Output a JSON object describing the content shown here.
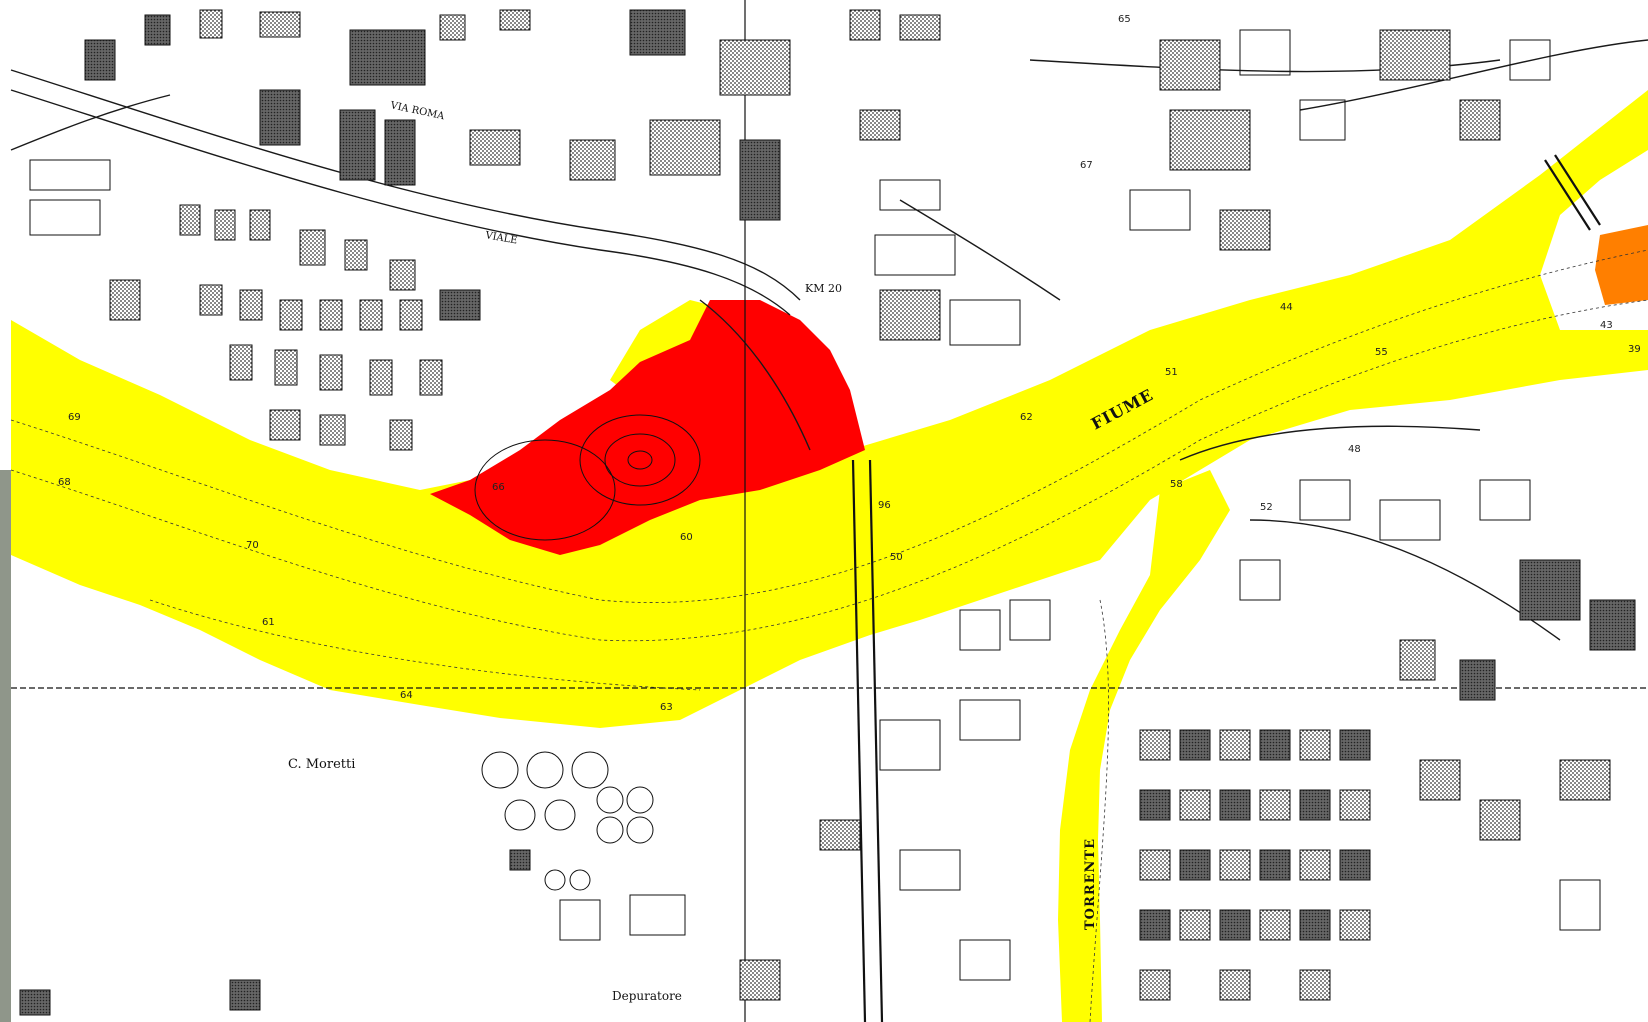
{
  "map": {
    "colors": {
      "background": "#ffffff",
      "flood_zone_yellow": "#ffff00",
      "high_risk_red": "#ff0000",
      "medium_risk_orange": "#ff7f00",
      "linework": "#1a1a1a"
    },
    "labels": {
      "river_main": "FIUME",
      "river_tributary": "TORRENTE",
      "farm": "C. Moretti",
      "treatment_plant": "Depuratore",
      "road_km": "KM 20",
      "street_1": "VIA ROMA",
      "street_2": "VIALE"
    },
    "elevations": [
      "69",
      "68",
      "70",
      "61",
      "64",
      "63",
      "66",
      "60",
      "96",
      "62",
      "58",
      "67",
      "65",
      "48",
      "43",
      "39",
      "55",
      "52",
      "50",
      "51",
      "44"
    ]
  }
}
